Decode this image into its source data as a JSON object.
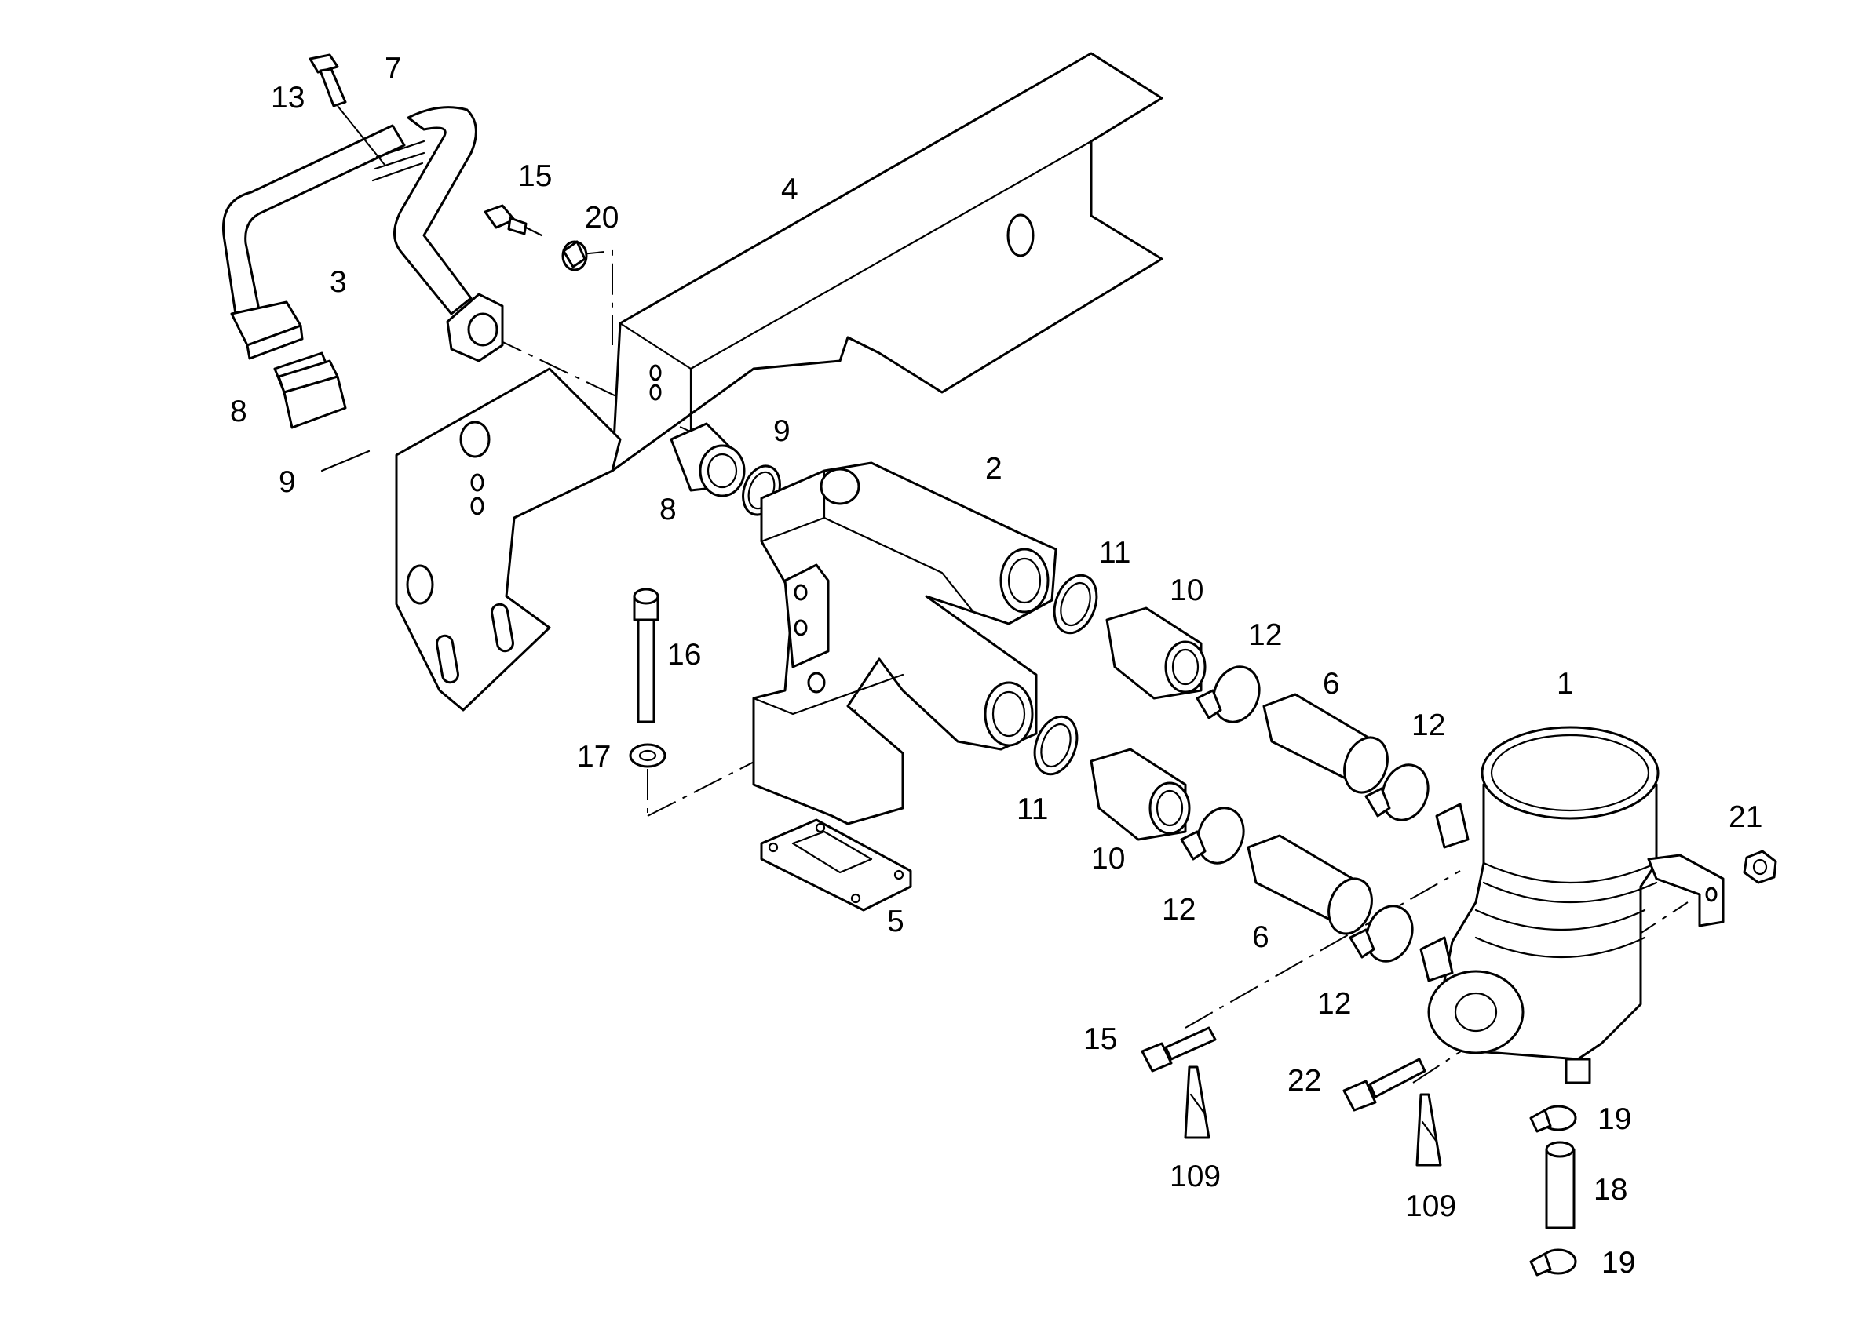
{
  "labels": {
    "l1": "1",
    "l2": "2",
    "l3": "3",
    "l4": "4",
    "l5": "5",
    "l6a": "6",
    "l6b": "6",
    "l7": "7",
    "l8a": "8",
    "l8b": "8",
    "l9a": "9",
    "l9b": "9",
    "l10a": "10",
    "l10b": "10",
    "l11a": "11",
    "l11b": "11",
    "l12a": "12",
    "l12b": "12",
    "l12c": "12",
    "l12d": "12",
    "l13": "13",
    "l15a": "15",
    "l15b": "15",
    "l16": "16",
    "l17": "17",
    "l18": "18",
    "l19a": "19",
    "l19b": "19",
    "l20": "20",
    "l21": "21",
    "l22": "22",
    "l109a": "109",
    "l109b": "109"
  },
  "colors": {
    "line": "#000000",
    "background": "#ffffff"
  }
}
